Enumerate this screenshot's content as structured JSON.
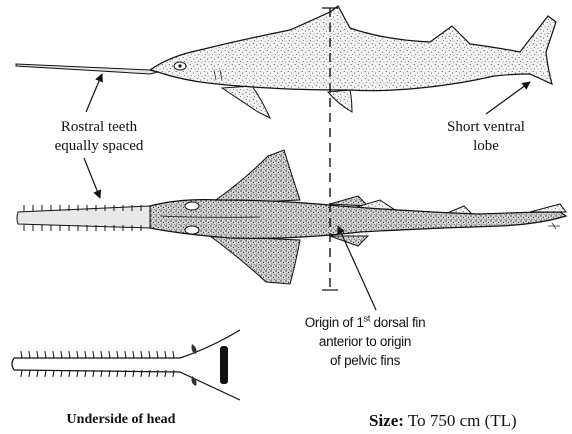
{
  "labels": {
    "rostral_line1": "Rostral teeth",
    "rostral_line2": "equally spaced",
    "short_line1": "Short ventral",
    "short_line2": "lobe",
    "origin_prefix": "Origin of 1",
    "origin_sup": "st",
    "origin_suffix": " dorsal fin",
    "origin_line2": "anterior to origin",
    "origin_line3": "of pelvic fins",
    "underside": "Underside of head",
    "size_label": "Size:",
    "size_value": " To 750 cm (TL)"
  },
  "colors": {
    "ink": "#111111",
    "body_fill": "#f2f2f2",
    "stipple": "#3a3a3a",
    "background": "#ffffff"
  }
}
